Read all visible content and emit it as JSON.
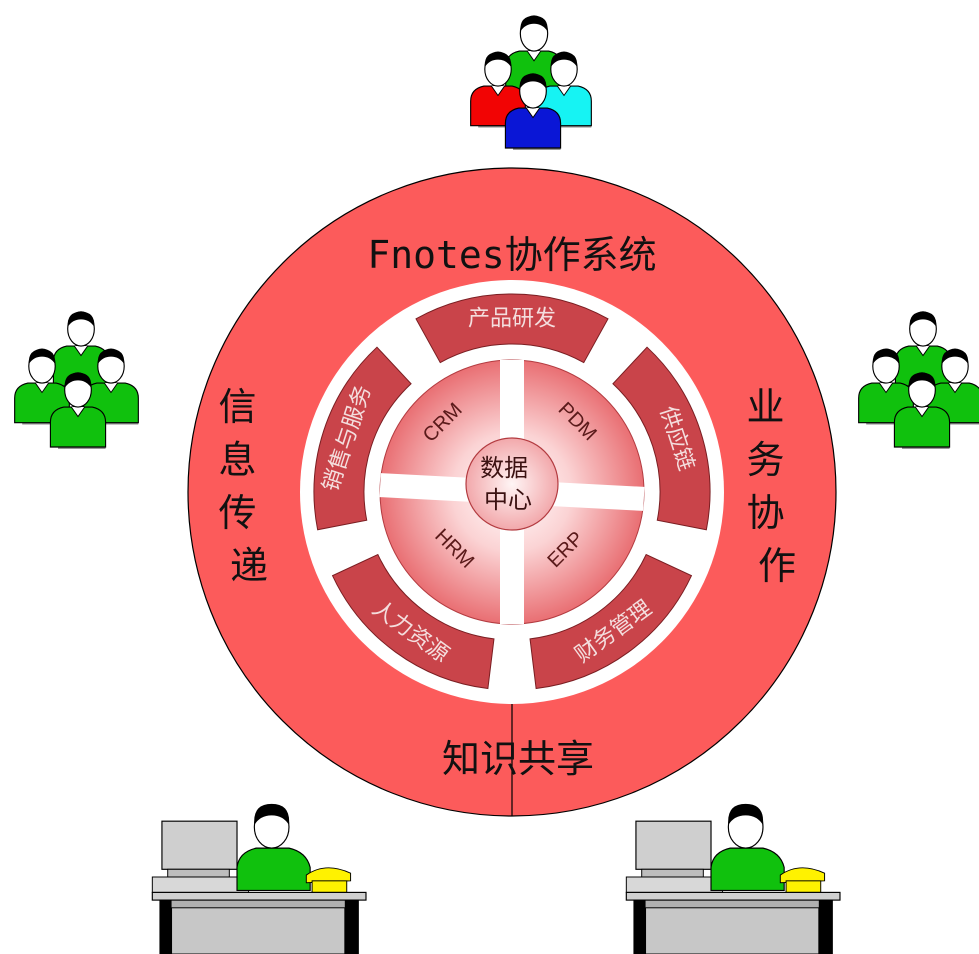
{
  "title": "Fnotes协作系统",
  "ring_labels": {
    "left": "信息传递",
    "right": "业务协作",
    "bottom": "知识共享"
  },
  "segments": [
    "产品研发",
    "供应链",
    "财务管理",
    "人力资源",
    "销售与服务"
  ],
  "modules": [
    "CRM",
    "PDM",
    "ERP",
    "HRM"
  ],
  "center": [
    "数据",
    "中心"
  ],
  "colors": {
    "outer_ring": "#fc5b5b",
    "segment": "#c9444a",
    "inner_disc": "#ea6f73",
    "person_green": "#10c10d",
    "person_red": "#f20404",
    "person_cyan": "#16f3f3",
    "person_blue": "#0a16d6",
    "phone": "#fff200"
  },
  "icons": [
    "user-group-icon",
    "workstation-icon"
  ]
}
